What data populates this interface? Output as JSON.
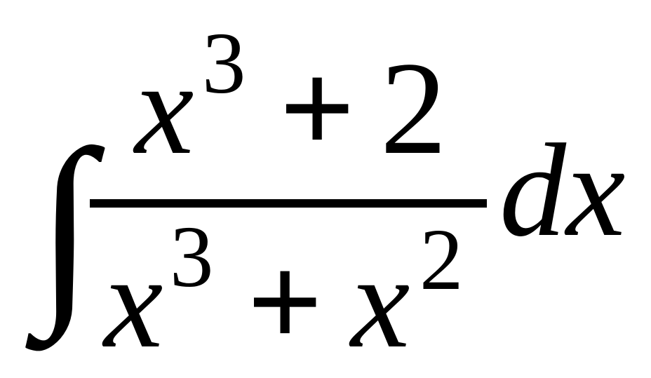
{
  "formula": {
    "integral_sign": "∫",
    "numerator": {
      "base": "x",
      "exponent": "3",
      "operator": "+",
      "constant": "2"
    },
    "denominator": {
      "term1_base": "x",
      "term1_exponent": "3",
      "operator": "+",
      "term2_base": "x",
      "term2_exponent": "2"
    },
    "differential": "dx"
  },
  "colors": {
    "ink": "#000000",
    "background": "#ffffff"
  }
}
